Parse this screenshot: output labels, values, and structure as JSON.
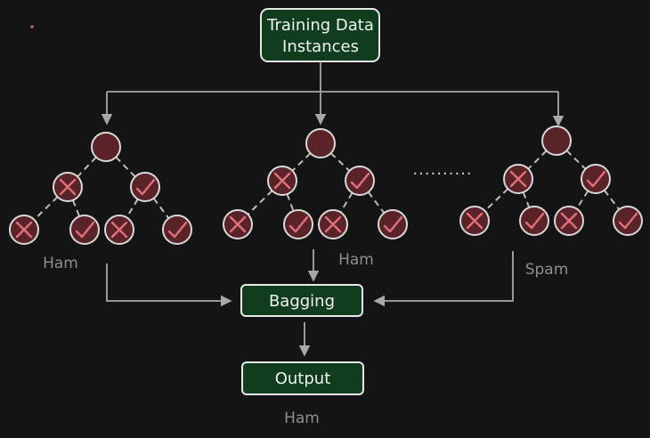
{
  "diagram": {
    "title_box": {
      "line1": "Training Data",
      "line2": "Instances"
    },
    "aggregator_label": "Bagging",
    "output_label": "Output",
    "final_prediction": "Ham",
    "ellipsis": "..........",
    "trees": [
      {
        "prediction": "Ham",
        "nodes": [
          {
            "level": 0,
            "mark": "none"
          },
          {
            "level": 1,
            "mark": "cross"
          },
          {
            "level": 1,
            "mark": "check"
          },
          {
            "level": 2,
            "mark": "cross"
          },
          {
            "level": 2,
            "mark": "check"
          },
          {
            "level": 2,
            "mark": "cross"
          },
          {
            "level": 2,
            "mark": "check"
          }
        ]
      },
      {
        "prediction": "Ham",
        "nodes": [
          {
            "level": 0,
            "mark": "none"
          },
          {
            "level": 1,
            "mark": "cross"
          },
          {
            "level": 1,
            "mark": "check"
          },
          {
            "level": 2,
            "mark": "cross"
          },
          {
            "level": 2,
            "mark": "check"
          },
          {
            "level": 2,
            "mark": "cross"
          },
          {
            "level": 2,
            "mark": "check"
          }
        ]
      },
      {
        "prediction": "Spam",
        "nodes": [
          {
            "level": 0,
            "mark": "none"
          },
          {
            "level": 1,
            "mark": "cross"
          },
          {
            "level": 1,
            "mark": "check"
          },
          {
            "level": 2,
            "mark": "cross"
          },
          {
            "level": 2,
            "mark": "check"
          },
          {
            "level": 2,
            "mark": "cross"
          },
          {
            "level": 2,
            "mark": "check"
          }
        ]
      }
    ],
    "colors": {
      "background": "#141414",
      "box_fill": "#0f3d1e",
      "box_stroke": "#e8e8e8",
      "node_fill": "#5a2328",
      "node_stroke": "#d9d9d9",
      "mark_color": "#e0707a",
      "edge_color": "#bdbdbd",
      "arrow_color": "#a8a8a8",
      "label_color": "#8e8e8e"
    }
  }
}
